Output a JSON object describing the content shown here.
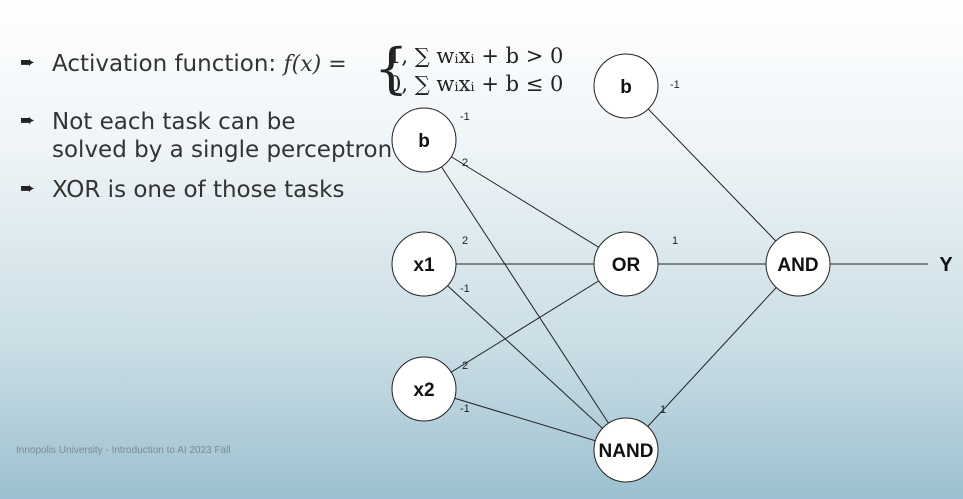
{
  "bullets": {
    "b1_prefix": "Activation function: ",
    "b1_fx": "f(x) =",
    "case1": "1, ∑ wᵢxᵢ + b > 0",
    "case2": "0, ∑ wᵢxᵢ + b ≤ 0",
    "b2_line1": "Not each task can be",
    "b2_line2": "solved by a single perceptron",
    "b3": "XOR is one of those tasks"
  },
  "footer": "Innopolis University - Introduction to AI 2023 Fall",
  "network": {
    "nodes": {
      "b_in": "b",
      "x1": "x1",
      "x2": "x2",
      "or": "OR",
      "nand": "NAND",
      "b_and": "b",
      "and": "AND"
    },
    "output_label": "Y",
    "weights": {
      "b_top": "-1",
      "b_or": "2",
      "x1_or": "2",
      "x1_nand": "-1",
      "x2_or": "2",
      "x2_nand": "-1",
      "b_and": "-1",
      "or_and": "1",
      "nand_and": "1"
    }
  }
}
